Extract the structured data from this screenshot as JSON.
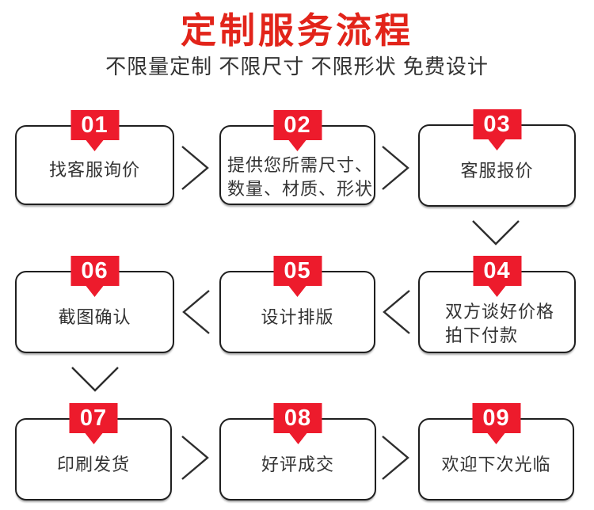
{
  "page": {
    "title": "定制服务流程",
    "subtitle": "不限量定制 不限尺寸 不限形状 免费设计"
  },
  "colors": {
    "accent_red": "#ed1b2c",
    "title_red": "#e2241a",
    "text_dark": "#333333",
    "border_dark": "#1f1f1f",
    "arrow_dark": "#2e2e2e",
    "badge_text": "#ffffff",
    "background": "#ffffff"
  },
  "steps": [
    {
      "number": "01",
      "lines": [
        "找客服询价"
      ]
    },
    {
      "number": "02",
      "lines": [
        "提供您所需尺寸、",
        "数量、材质、形状"
      ]
    },
    {
      "number": "03",
      "lines": [
        "客服报价"
      ]
    },
    {
      "number": "04",
      "lines": [
        "双方谈好价格",
        "拍下付款"
      ]
    },
    {
      "number": "05",
      "lines": [
        "设计排版"
      ]
    },
    {
      "number": "06",
      "lines": [
        "截图确认"
      ]
    },
    {
      "number": "07",
      "lines": [
        "印刷发货"
      ]
    },
    {
      "number": "08",
      "lines": [
        "好评成交"
      ]
    },
    {
      "number": "09",
      "lines": [
        "欢迎下次光临"
      ]
    }
  ]
}
